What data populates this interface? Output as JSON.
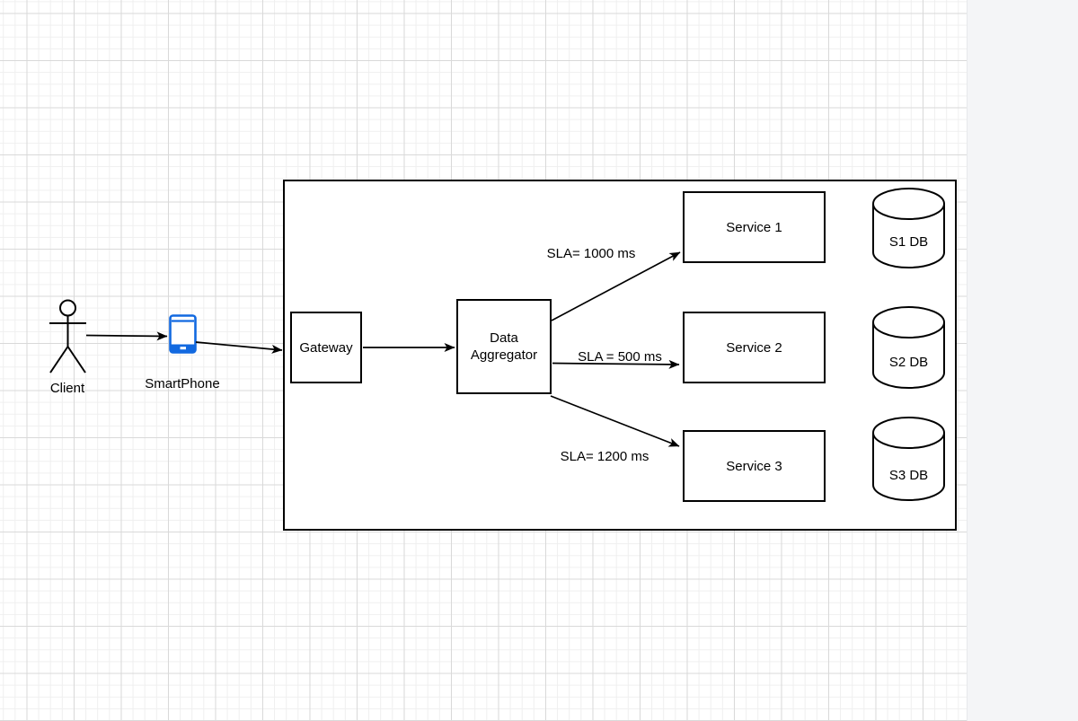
{
  "diagram": {
    "actor": {
      "label": "Client"
    },
    "device": {
      "label": "SmartPhone"
    },
    "nodes": {
      "gateway": {
        "label": "Gateway"
      },
      "aggregator": {
        "label": "Data Aggregator"
      },
      "service1": {
        "label": "Service 1"
      },
      "service2": {
        "label": "Service 2"
      },
      "service3": {
        "label": "Service 3"
      }
    },
    "databases": [
      {
        "label": "S1 DB"
      },
      {
        "label": "S2 DB"
      },
      {
        "label": "S3 DB"
      }
    ],
    "edge_labels": {
      "to_service1": "SLA= 1000 ms",
      "to_service2": "SLA = 500 ms",
      "to_service3": "SLA= 1200 ms"
    },
    "icons": {
      "actor": "actor-stick-figure-icon",
      "device": "smartphone-icon",
      "database": "database-cylinder-icon"
    },
    "colors": {
      "stroke": "#000000",
      "shape_fill": "#ffffff",
      "phone_accent": "#1269e0",
      "canvas_bg": "#ffffff",
      "panel_bg": "#f4f5f7",
      "grid_minor": "#efefef",
      "grid_major": "#d9d9d9"
    }
  }
}
